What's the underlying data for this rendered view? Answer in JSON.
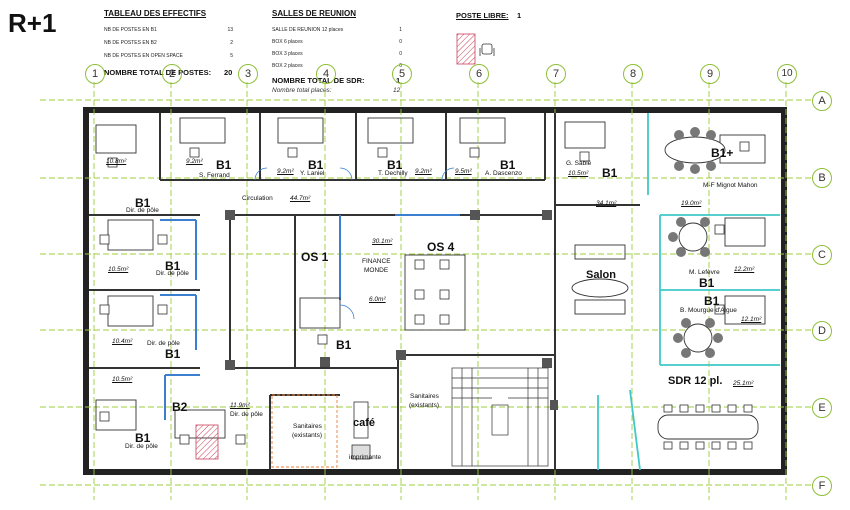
{
  "floor": "R+1",
  "effectifs": {
    "title": "TABLEAU DES EFFECTIFS",
    "rows": [
      {
        "label": "NB DE POSTES EN B1",
        "value": "13"
      },
      {
        "label": "NB DE POSTES EN B2",
        "value": "2"
      },
      {
        "label": "NB DE POSTES EN OPEN SPACE",
        "value": "5"
      }
    ],
    "total_label": "NOMBRE TOTAL DE POSTES:",
    "total_value": "20"
  },
  "reunion": {
    "title": "SALLES DE REUNION",
    "rows": [
      {
        "label": "SALLE DE REUNION 12 places",
        "value": "1"
      },
      {
        "label": "BOX 6 places",
        "value": "0"
      },
      {
        "label": "BOX 3 places",
        "value": "0"
      },
      {
        "label": "BOX 2 places",
        "value": "0"
      }
    ],
    "total_label": "NOMBRE TOTAL DE SDR:",
    "total_value": "1",
    "places_label": "Nombre total places:",
    "places_value": "12"
  },
  "poste_libre": {
    "label": "POSTE LIBRE:",
    "value": "1"
  },
  "grid": {
    "columns": [
      "1",
      "2",
      "3",
      "4",
      "5",
      "6",
      "7",
      "8",
      "9",
      "10"
    ],
    "rows": [
      "A",
      "B",
      "C",
      "D",
      "E",
      "F"
    ]
  },
  "rooms": {
    "r1_area": "10.8m²",
    "r1_label": "B1",
    "r1_role": "Dir. de pôle",
    "r2_area": "9.2m²",
    "r2_label": "B1",
    "r2_name": "S. Ferrand",
    "r3_area": "9.2m²",
    "r3_label": "B1",
    "r3_name": "Y. Laniel",
    "r4_label": "B1",
    "r4_name": "T. Dechilly",
    "r4_area": "9.2m²",
    "r5_area": "9.5m²",
    "r5_label": "B1",
    "r5_name": "A. Dascenzo",
    "r6_name": "G. Sablé",
    "r6_area": "10.5m²",
    "r6_label": "B1",
    "r7_label": "B1+",
    "r7_name": "M-F Mignot Mahon",
    "circulation": "Circulation",
    "circulation_area": "44.7m²",
    "open_area_1": "34.1m²",
    "r7b_area": "19.0m²",
    "r8_label": "B1",
    "r8_role": "Dir. de pôle",
    "r8_area": "10.5m²",
    "r9_label": "B1",
    "r9_role": "Dir. de pôle",
    "os1": "OS 1",
    "finance_area": "30.1m²",
    "finance_1": "FINANCE",
    "finance_2": "MONDE",
    "os4": "OS 4",
    "salon": "Salon",
    "r10_area": "12.2m²",
    "r10_name": "M. Lefèvre",
    "r10_label": "B1",
    "os_small_area": "6.0m²",
    "r11_area": "10.4m²",
    "r11_role": "Dir. de pôle",
    "r11_label": "B1",
    "r12_label": "B1",
    "r13_label": "B1",
    "r13_name": "B. Mourgue d'Algue",
    "r13_area": "12.1m²",
    "r14_area": "10.5m²",
    "sdr_label": "SDR 12 pl.",
    "sdr_area": "25.1m²",
    "b2_label": "B2",
    "b2_area": "11.9m²",
    "b2_role": "Dir. de pôle",
    "sanitaires_1a": "Sanitaires",
    "sanitaires_1b": "(existants)",
    "sanitaires_2a": "Sanitaires",
    "sanitaires_2b": "(existants)",
    "cafe": "café",
    "imprimante": "imprimante",
    "r15_label": "B1",
    "r15_role": "Dir. de pôle"
  },
  "colors": {
    "grid_line": "#9ccc3c",
    "grid_circle": "#8fbf3a",
    "wall": "#222222",
    "pillar": "#555555",
    "partition": "#3a7fd0",
    "glass": "#40c8c8",
    "hatch": "#c8425a"
  }
}
